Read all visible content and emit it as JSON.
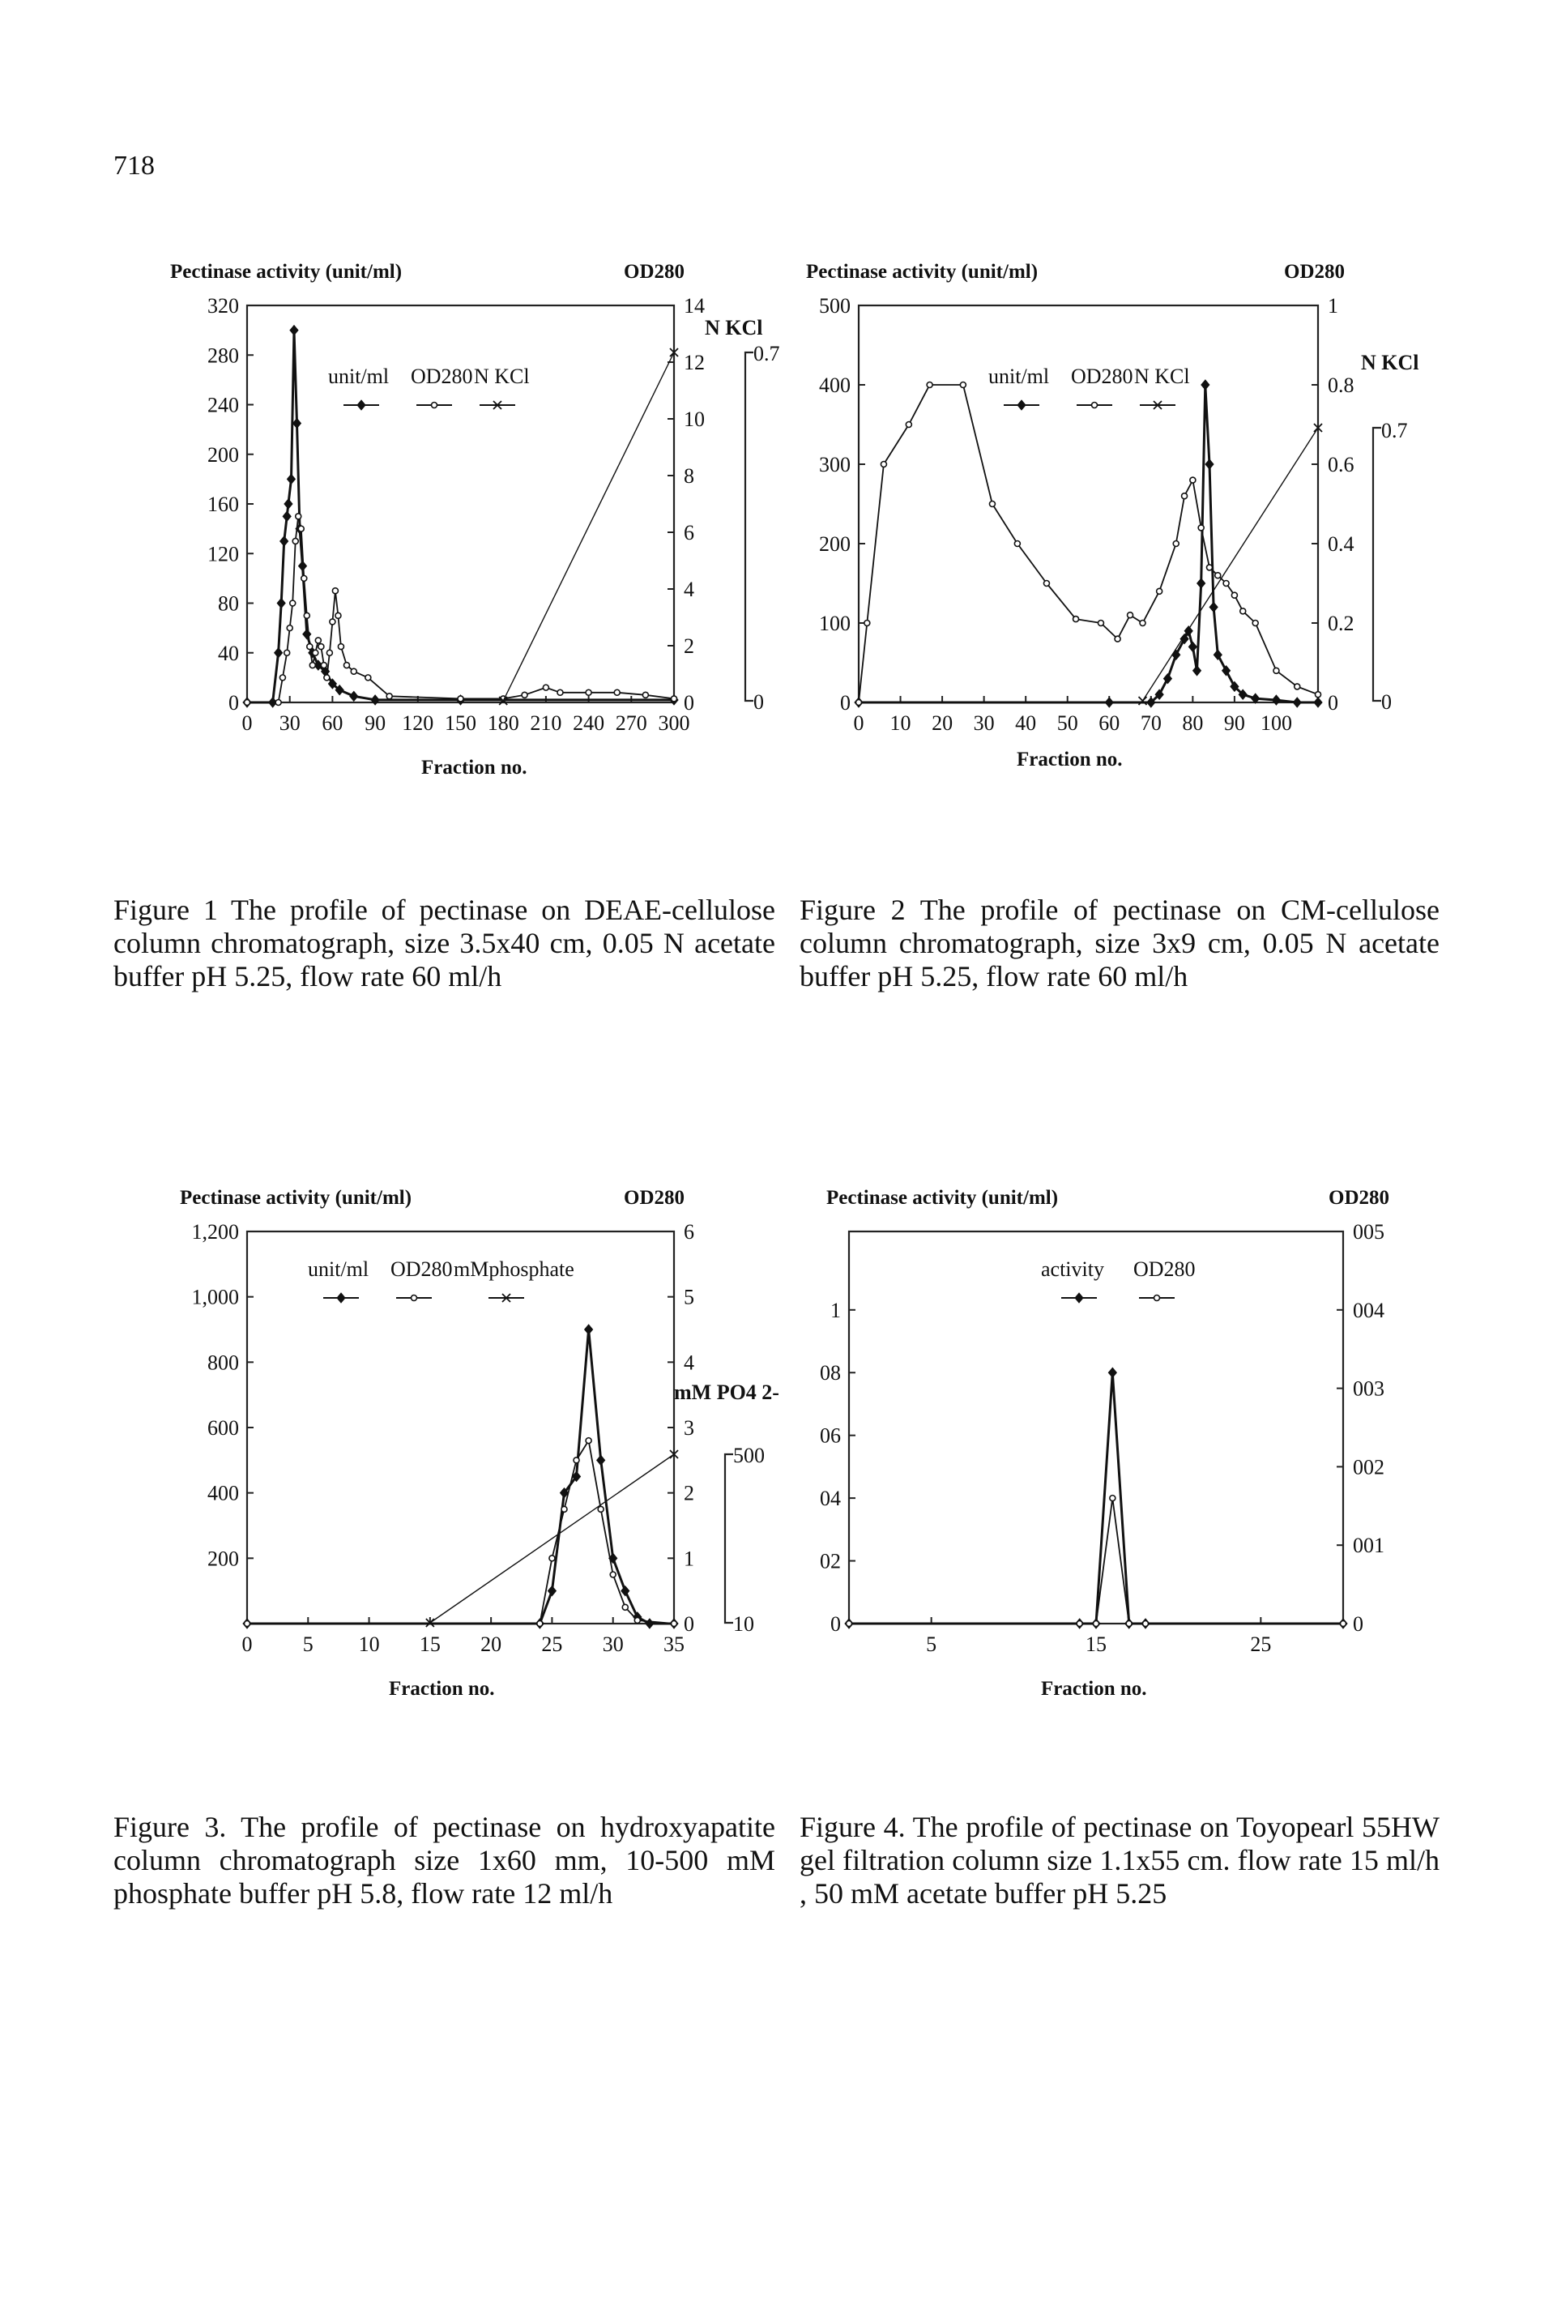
{
  "page": {
    "number": "718"
  },
  "figures": [
    {
      "id": "fig1",
      "left_axis_title": "Pectinase activity (unit/ml)",
      "right_axis_title": "OD280",
      "salt_label": "N KCl",
      "salt_ticks": [
        "0.7",
        "0"
      ],
      "legend": [
        {
          "label": "unit/ml",
          "marker": "diamond"
        },
        {
          "label": "OD280",
          "marker": "dot"
        },
        {
          "label": "N KCl",
          "marker": "x"
        }
      ],
      "xlabel": "Fraction no.",
      "caption": "Figure 1 The profile of pectinase on DEAE-cellulose column chromatograph, size 3.5x40 cm, 0.05 N acetate buffer pH 5.25, flow rate 60 ml/h"
    },
    {
      "id": "fig2",
      "left_axis_title": "Pectinase activity (unit/ml)",
      "right_axis_title": "OD280",
      "salt_label": "N KCl",
      "salt_ticks": [
        "0.7",
        "0"
      ],
      "legend": [
        {
          "label": "unit/ml",
          "marker": "diamond"
        },
        {
          "label": "OD280",
          "marker": "dot"
        },
        {
          "label": "N KCl",
          "marker": "x"
        }
      ],
      "xlabel": "Fraction no.",
      "caption": "Figure 2 The profile of pectinase on CM-cellulose column chromatograph, size 3x9 cm, 0.05 N acetate buffer pH 5.25, flow rate 60 ml/h"
    },
    {
      "id": "fig3",
      "left_axis_title": "Pectinase activity (unit/ml)",
      "right_axis_title": "OD280",
      "salt_label": "mM PO4 2-",
      "salt_ticks": [
        "500",
        "10"
      ],
      "legend": [
        {
          "label": "unit/ml",
          "marker": "diamond"
        },
        {
          "label": "OD280",
          "marker": "dot"
        },
        {
          "label": "mMphosphate",
          "marker": "x"
        }
      ],
      "xlabel": "Fraction no.",
      "caption": "Figure 3. The profile of pectinase on hydroxyapatite column chromatograph size 1x60 mm, 10-500 mM phosphate buffer pH 5.8, flow rate 12 ml/h"
    },
    {
      "id": "fig4",
      "left_axis_title": "Pectinase activity (unit/ml)",
      "right_axis_title": "OD280",
      "legend": [
        {
          "label": "activity",
          "marker": "diamond"
        },
        {
          "label": "OD280",
          "marker": "dot"
        }
      ],
      "xlabel": "Fraction no.",
      "caption": "Figure 4. The profile of pectinase on Toyopearl 55HW gel filtration column size 1.1x55 cm. flow rate 15 ml/h , 50 mM acetate buffer pH 5.25"
    }
  ],
  "chart_data": [
    {
      "type": "line",
      "xlim": [
        0,
        300
      ],
      "x_ticks": [
        0,
        30,
        60,
        90,
        120,
        150,
        180,
        210,
        240,
        270,
        300
      ],
      "y_left_lim": [
        0,
        320
      ],
      "y_left_ticks": [
        0,
        40,
        80,
        120,
        160,
        200,
        240,
        280,
        320
      ],
      "y_right_lim": [
        0,
        14
      ],
      "y_right_ticks": [
        0,
        2,
        4,
        6,
        8,
        10,
        12,
        14
      ],
      "series": [
        {
          "name": "unit/ml",
          "axis": "left",
          "marker": "diamond",
          "points": [
            [
              0,
              0
            ],
            [
              18,
              0
            ],
            [
              22,
              40
            ],
            [
              24,
              80
            ],
            [
              26,
              130
            ],
            [
              28,
              150
            ],
            [
              29,
              160
            ],
            [
              31,
              180
            ],
            [
              33,
              300
            ],
            [
              35,
              225
            ],
            [
              37,
              140
            ],
            [
              39,
              110
            ],
            [
              42,
              55
            ],
            [
              46,
              40
            ],
            [
              50,
              30
            ],
            [
              55,
              25
            ],
            [
              60,
              15
            ],
            [
              65,
              10
            ],
            [
              75,
              5
            ],
            [
              90,
              2
            ],
            [
              150,
              2
            ],
            [
              300,
              2
            ]
          ]
        },
        {
          "name": "OD280",
          "axis": "left",
          "marker": "dot",
          "points": [
            [
              0,
              0
            ],
            [
              22,
              0
            ],
            [
              25,
              20
            ],
            [
              28,
              40
            ],
            [
              30,
              60
            ],
            [
              32,
              80
            ],
            [
              34,
              130
            ],
            [
              36,
              150
            ],
            [
              38,
              140
            ],
            [
              40,
              100
            ],
            [
              42,
              70
            ],
            [
              44,
              45
            ],
            [
              46,
              30
            ],
            [
              48,
              40
            ],
            [
              50,
              50
            ],
            [
              52,
              45
            ],
            [
              54,
              30
            ],
            [
              56,
              20
            ],
            [
              58,
              40
            ],
            [
              60,
              65
            ],
            [
              62,
              90
            ],
            [
              64,
              70
            ],
            [
              66,
              45
            ],
            [
              70,
              30
            ],
            [
              75,
              25
            ],
            [
              85,
              20
            ],
            [
              100,
              5
            ],
            [
              150,
              3
            ],
            [
              180,
              3
            ],
            [
              195,
              6
            ],
            [
              210,
              12
            ],
            [
              220,
              8
            ],
            [
              240,
              8
            ],
            [
              260,
              8
            ],
            [
              280,
              6
            ],
            [
              300,
              3
            ]
          ]
        },
        {
          "name": "N KCl",
          "axis": "salt",
          "marker": "x",
          "points": [
            [
              180,
              0
            ],
            [
              300,
              0.7
            ]
          ]
        }
      ]
    },
    {
      "type": "line",
      "xlim": [
        0,
        110
      ],
      "x_ticks": [
        0,
        10,
        20,
        30,
        40,
        50,
        60,
        70,
        80,
        90,
        100
      ],
      "y_left_lim": [
        0,
        500
      ],
      "y_left_ticks": [
        0,
        100,
        200,
        300,
        400,
        500
      ],
      "y_right_lim": [
        0,
        1
      ],
      "y_right_ticks": [
        0,
        0.2,
        0.4,
        0.6,
        0.8,
        1
      ],
      "series": [
        {
          "name": "unit/ml",
          "axis": "left",
          "marker": "diamond",
          "points": [
            [
              0,
              0
            ],
            [
              60,
              0
            ],
            [
              70,
              0
            ],
            [
              72,
              10
            ],
            [
              74,
              30
            ],
            [
              76,
              60
            ],
            [
              78,
              80
            ],
            [
              79,
              90
            ],
            [
              80,
              70
            ],
            [
              81,
              40
            ],
            [
              82,
              150
            ],
            [
              83,
              400
            ],
            [
              84,
              300
            ],
            [
              85,
              120
            ],
            [
              86,
              60
            ],
            [
              88,
              40
            ],
            [
              90,
              20
            ],
            [
              92,
              10
            ],
            [
              95,
              5
            ],
            [
              100,
              3
            ],
            [
              105,
              0
            ],
            [
              110,
              0
            ]
          ]
        },
        {
          "name": "OD280",
          "axis": "left",
          "marker": "dot",
          "points": [
            [
              0,
              0
            ],
            [
              2,
              100
            ],
            [
              6,
              300
            ],
            [
              12,
              350
            ],
            [
              17,
              400
            ],
            [
              25,
              400
            ],
            [
              32,
              250
            ],
            [
              38,
              200
            ],
            [
              45,
              150
            ],
            [
              52,
              105
            ],
            [
              58,
              100
            ],
            [
              62,
              80
            ],
            [
              65,
              110
            ],
            [
              68,
              100
            ],
            [
              72,
              140
            ],
            [
              76,
              200
            ],
            [
              78,
              260
            ],
            [
              80,
              280
            ],
            [
              82,
              220
            ],
            [
              84,
              170
            ],
            [
              86,
              160
            ],
            [
              88,
              150
            ],
            [
              90,
              135
            ],
            [
              92,
              115
            ],
            [
              95,
              100
            ],
            [
              100,
              40
            ],
            [
              105,
              20
            ],
            [
              110,
              10
            ]
          ]
        },
        {
          "name": "N KCl",
          "axis": "salt",
          "marker": "x",
          "points": [
            [
              68,
              0
            ],
            [
              110,
              0.7
            ]
          ]
        }
      ]
    },
    {
      "type": "line",
      "xlim": [
        0,
        35
      ],
      "x_ticks": [
        0,
        5,
        10,
        15,
        20,
        25,
        30,
        35
      ],
      "y_left_lim": [
        0,
        1200
      ],
      "y_left_ticks": [
        0,
        200,
        400,
        600,
        800,
        1000,
        1200
      ],
      "y_left_tick_labels": [
        "",
        "200",
        "400",
        "600",
        "800",
        "1,000",
        "1,200"
      ],
      "y_right_lim": [
        0,
        6
      ],
      "y_right_ticks": [
        0,
        1,
        2,
        3,
        4,
        5,
        6
      ],
      "series": [
        {
          "name": "unit/ml",
          "axis": "left",
          "marker": "diamond",
          "points": [
            [
              0,
              0
            ],
            [
              24,
              0
            ],
            [
              25,
              100
            ],
            [
              26,
              400
            ],
            [
              27,
              450
            ],
            [
              28,
              900
            ],
            [
              29,
              500
            ],
            [
              30,
              200
            ],
            [
              31,
              100
            ],
            [
              32,
              20
            ],
            [
              33,
              0
            ],
            [
              35,
              0
            ]
          ]
        },
        {
          "name": "OD280",
          "axis": "left",
          "marker": "dot",
          "points": [
            [
              0,
              0
            ],
            [
              24,
              0
            ],
            [
              25,
              200
            ],
            [
              26,
              350
            ],
            [
              27,
              500
            ],
            [
              28,
              560
            ],
            [
              29,
              350
            ],
            [
              30,
              150
            ],
            [
              31,
              50
            ],
            [
              32,
              10
            ],
            [
              35,
              0
            ]
          ]
        },
        {
          "name": "mMphosphate",
          "axis": "salt",
          "marker": "x",
          "points": [
            [
              15,
              10
            ],
            [
              35,
              500
            ]
          ]
        }
      ]
    },
    {
      "type": "line",
      "xlim": [
        0,
        30
      ],
      "x_ticks": [
        5,
        15,
        25
      ],
      "y_left_lim": [
        0,
        1.25
      ],
      "y_left_ticks": [
        0,
        0.2,
        0.4,
        0.6,
        0.8,
        1
      ],
      "y_left_tick_labels": [
        "0",
        "02",
        "04",
        "06",
        "08",
        "1"
      ],
      "y_right_lim": [
        0,
        0.05
      ],
      "y_right_ticks": [
        0,
        0.01,
        0.02,
        0.03,
        0.04,
        0.05
      ],
      "y_right_tick_labels": [
        "0",
        "001",
        "002",
        "003",
        "004",
        "005"
      ],
      "series": [
        {
          "name": "activity",
          "axis": "left",
          "marker": "diamond",
          "points": [
            [
              0,
              0
            ],
            [
              14,
              0
            ],
            [
              15,
              0
            ],
            [
              16,
              0.8
            ],
            [
              17,
              0
            ],
            [
              18,
              0
            ],
            [
              30,
              0
            ]
          ]
        },
        {
          "name": "OD280",
          "axis": "left",
          "marker": "dot",
          "points": [
            [
              0,
              0
            ],
            [
              14,
              0
            ],
            [
              15,
              0
            ],
            [
              16,
              0.4
            ],
            [
              17,
              0
            ],
            [
              18,
              0
            ],
            [
              30,
              0
            ]
          ]
        }
      ]
    }
  ]
}
